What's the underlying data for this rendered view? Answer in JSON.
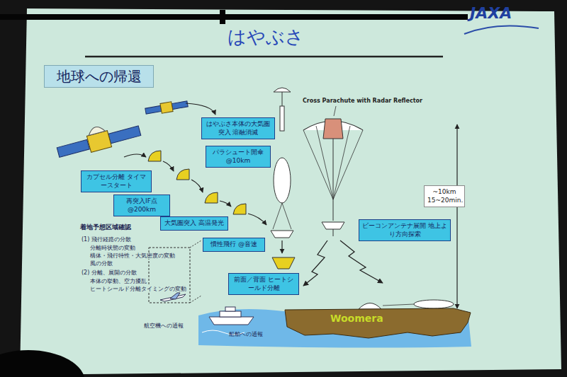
{
  "diagram": {
    "title": "はやぶさ",
    "nodes": [
      {
        "text": [
          "地球への帰還"
        ]
      },
      {
        "text": [
          "はやぶさ本体の大気圏突入 溶融消滅"
        ]
      },
      {
        "text": [
          "パラシュート開傘 @10km"
        ]
      },
      {
        "text": [
          "カプセル分離 タイマースタート"
        ]
      },
      {
        "text": [
          "再突入IF点 @200km"
        ]
      },
      {
        "text": [
          "大気圏突入 高温発光"
        ]
      },
      {
        "text": [
          "慣性飛行 @音速"
        ]
      },
      {
        "text": [
          "~10km 15~20min."
        ]
      },
      {
        "text": [
          "ビーコンアンテナ展開 地上より方向探索"
        ]
      },
      {
        "text": [
          "前面／背面 ヒートシールド分離"
        ]
      },
      {
        "text": [
          "Woomera"
        ]
      }
    ],
    "labels": [
      "JAXA",
      "Cross Parachute with Radar Reflector",
      "着地予想区域確認",
      "(1) 飛行経路の分散",
      "分離時状態の変動",
      "構体・飛行特性・大気密度の変動",
      "風の分散",
      "(2) 分離、展開の分散",
      "本体の挙動、空力擾乱",
      "ヒートシールド分離タイミングの変動",
      "航空機への通報",
      "船舶への通報"
    ]
  }
}
